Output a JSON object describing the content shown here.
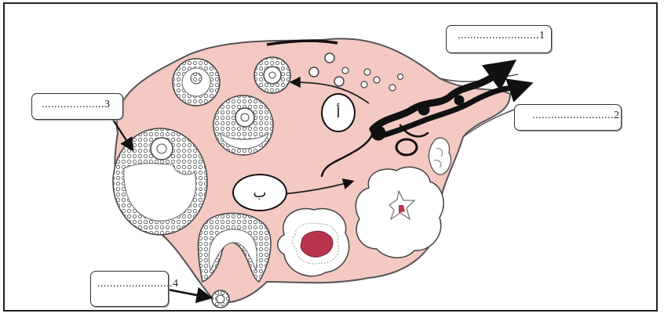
{
  "labels": [
    {
      "id": "1",
      "text": "..........................1"
    },
    {
      "id": "2",
      "text": "..........................2"
    },
    {
      "id": "3",
      "text": "....................3"
    },
    {
      "id": "4",
      "text": "........................4"
    }
  ],
  "stage_markers": [
    {
      "id": "alef",
      "text": "أ"
    },
    {
      "id": "beh",
      "text": "ب"
    }
  ],
  "colors": {
    "tissue": "#f3c9c1",
    "tissue_dark": "#e8aaa1",
    "outline": "#333333",
    "blood_vessel": "#111111",
    "corpus_core": "#b8344c"
  }
}
